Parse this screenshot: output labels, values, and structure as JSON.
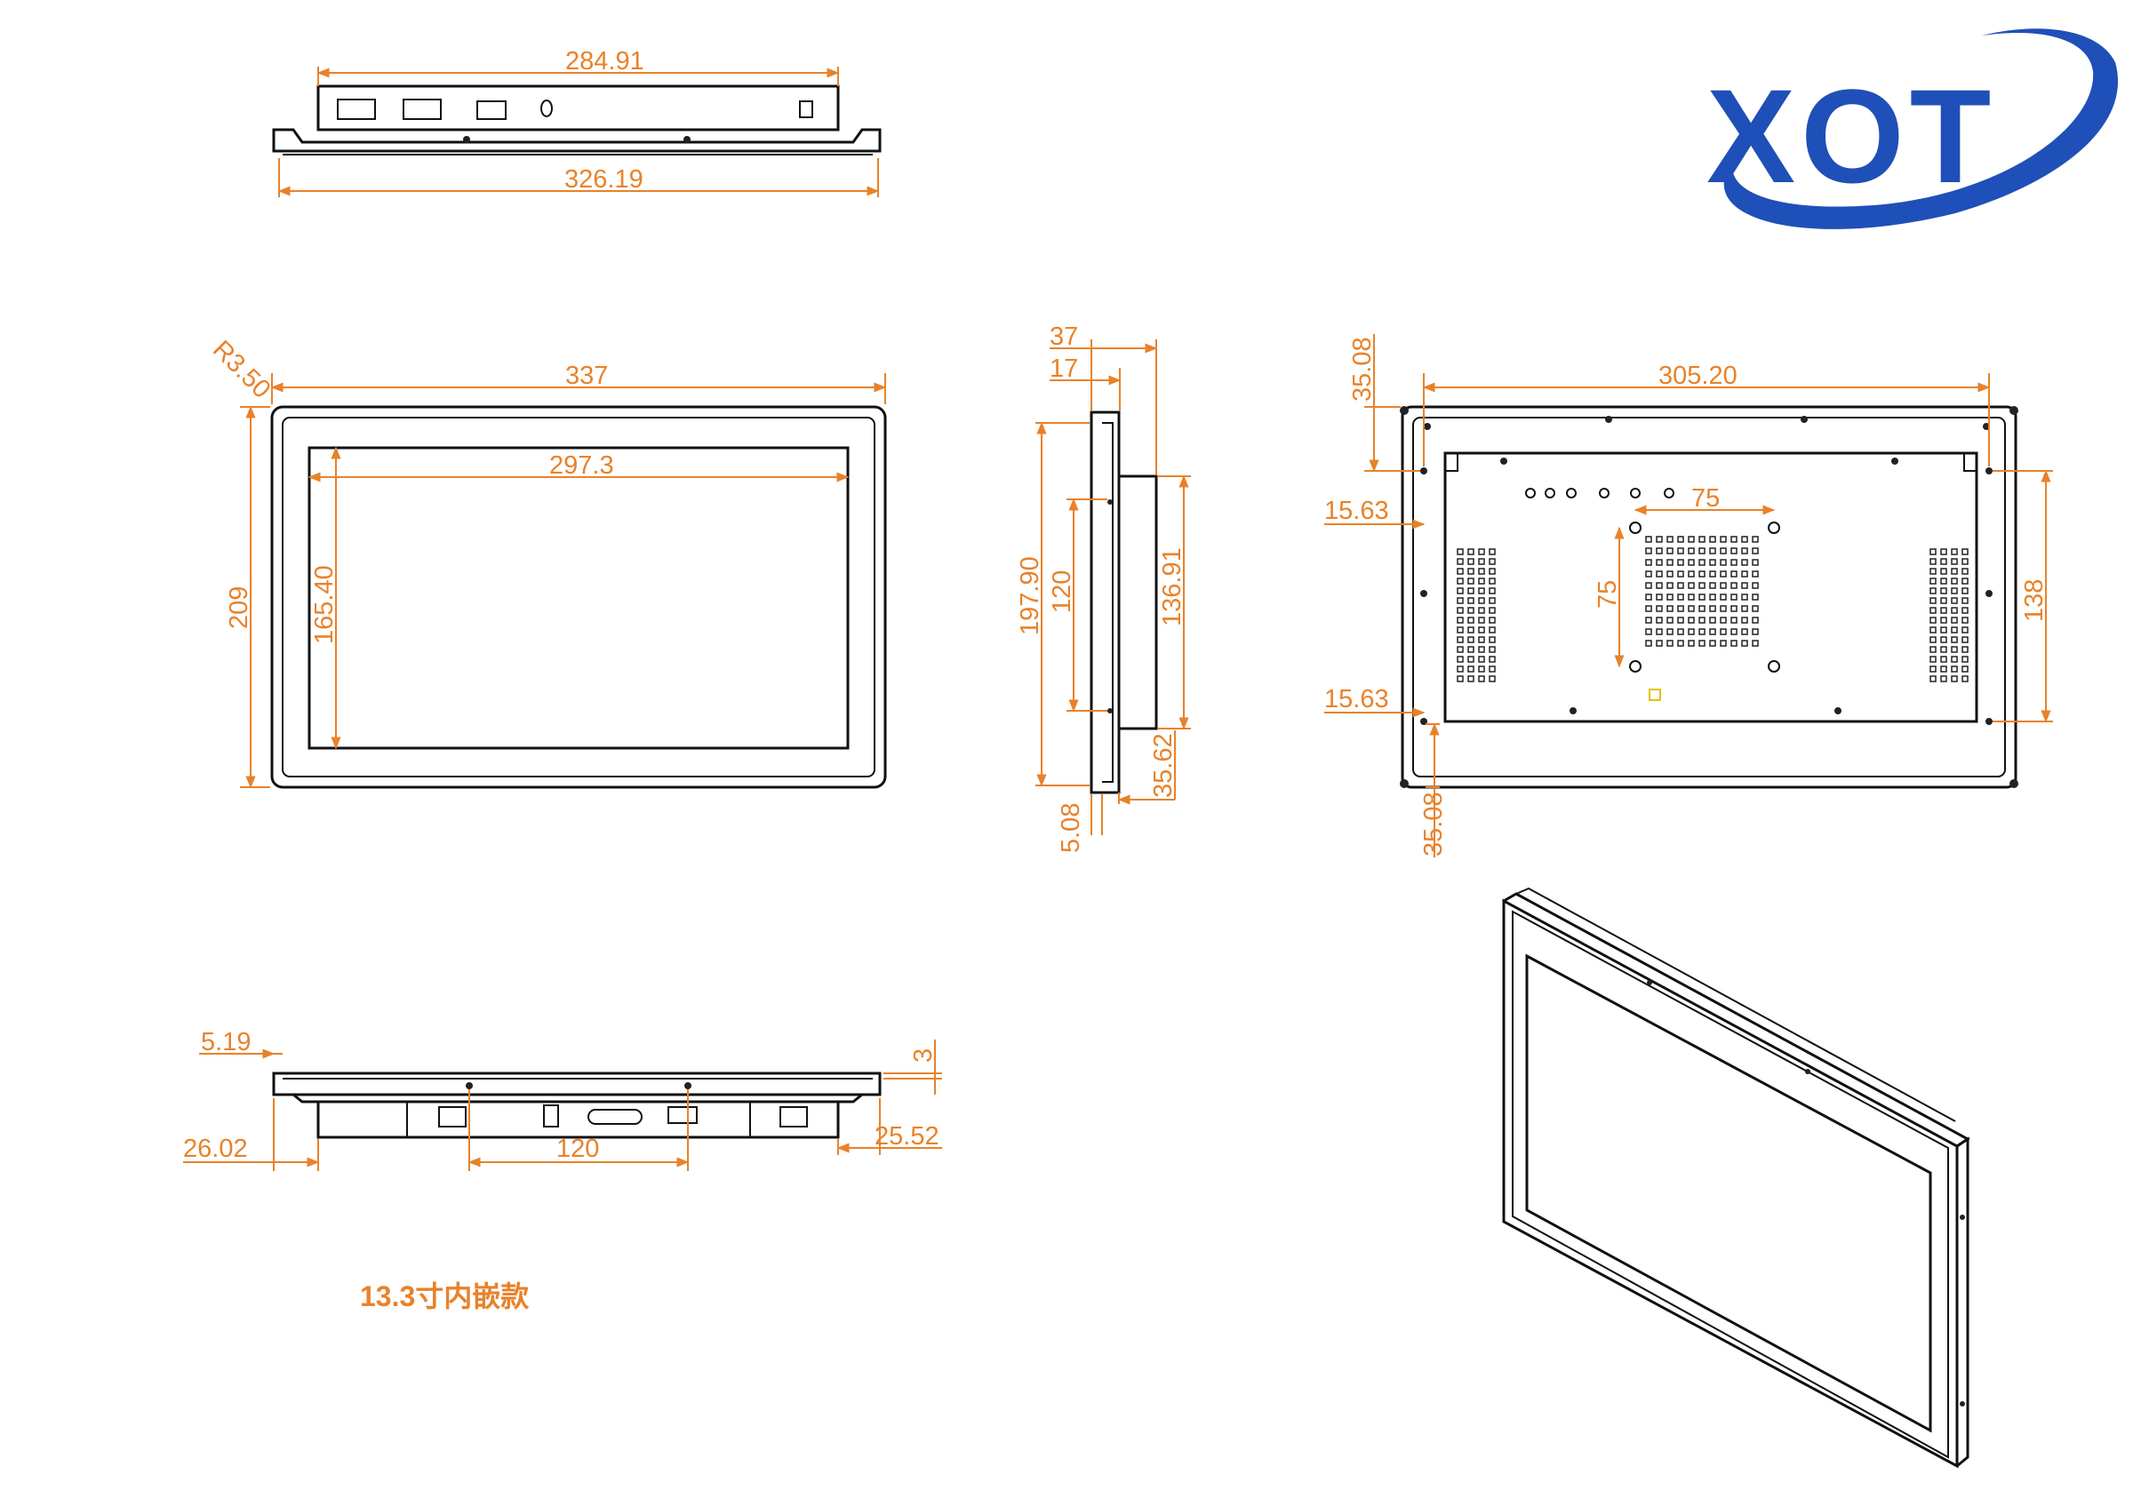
{
  "logo": {
    "text": "XOT",
    "color": "#1F4FB8"
  },
  "caption": "13.3寸内嵌款",
  "accent_color": "#E8822A",
  "top_view": {
    "dim_top": "284.91",
    "dim_bottom": "326.19"
  },
  "front_view": {
    "radius": "R3.50",
    "width_outer": "337",
    "width_inner": "297.3",
    "height_outer": "209",
    "height_inner": "165.40"
  },
  "side_view": {
    "depth_total": "37",
    "depth_bezel": "17",
    "height_total": "197.90",
    "height_mount": "120",
    "height_box": "136.91",
    "offset_bottom": "35.62",
    "bezel_lip": "5.08"
  },
  "rear_view": {
    "width_mount": "305.20",
    "top_offset": "35.08",
    "left_offset_upper": "15.63",
    "left_offset_lower": "15.63",
    "bottom_offset": "35.08",
    "vesa_h": "75",
    "vesa_v": "75",
    "height_mount": "138"
  },
  "bottom_view": {
    "lip_left": "5.19",
    "lip_right": "3",
    "offset_left": "26.02",
    "port_spacing": "120",
    "offset_right": "25.52"
  }
}
